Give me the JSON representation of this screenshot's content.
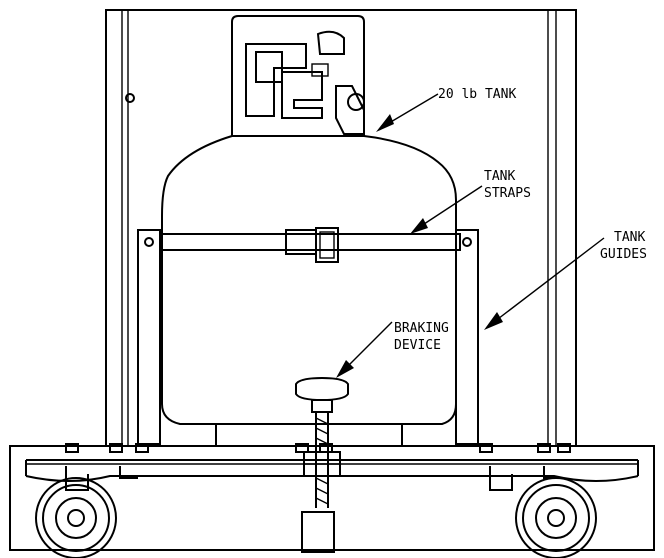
{
  "callouts": {
    "tank": {
      "line1": "20 lb TANK"
    },
    "straps": {
      "line1": "TANK",
      "line2": "STRAPS"
    },
    "guides": {
      "line1": "TANK",
      "line2": "GUIDES"
    },
    "braking": {
      "line1": "BRAKING",
      "line2": "DEVICE"
    }
  }
}
